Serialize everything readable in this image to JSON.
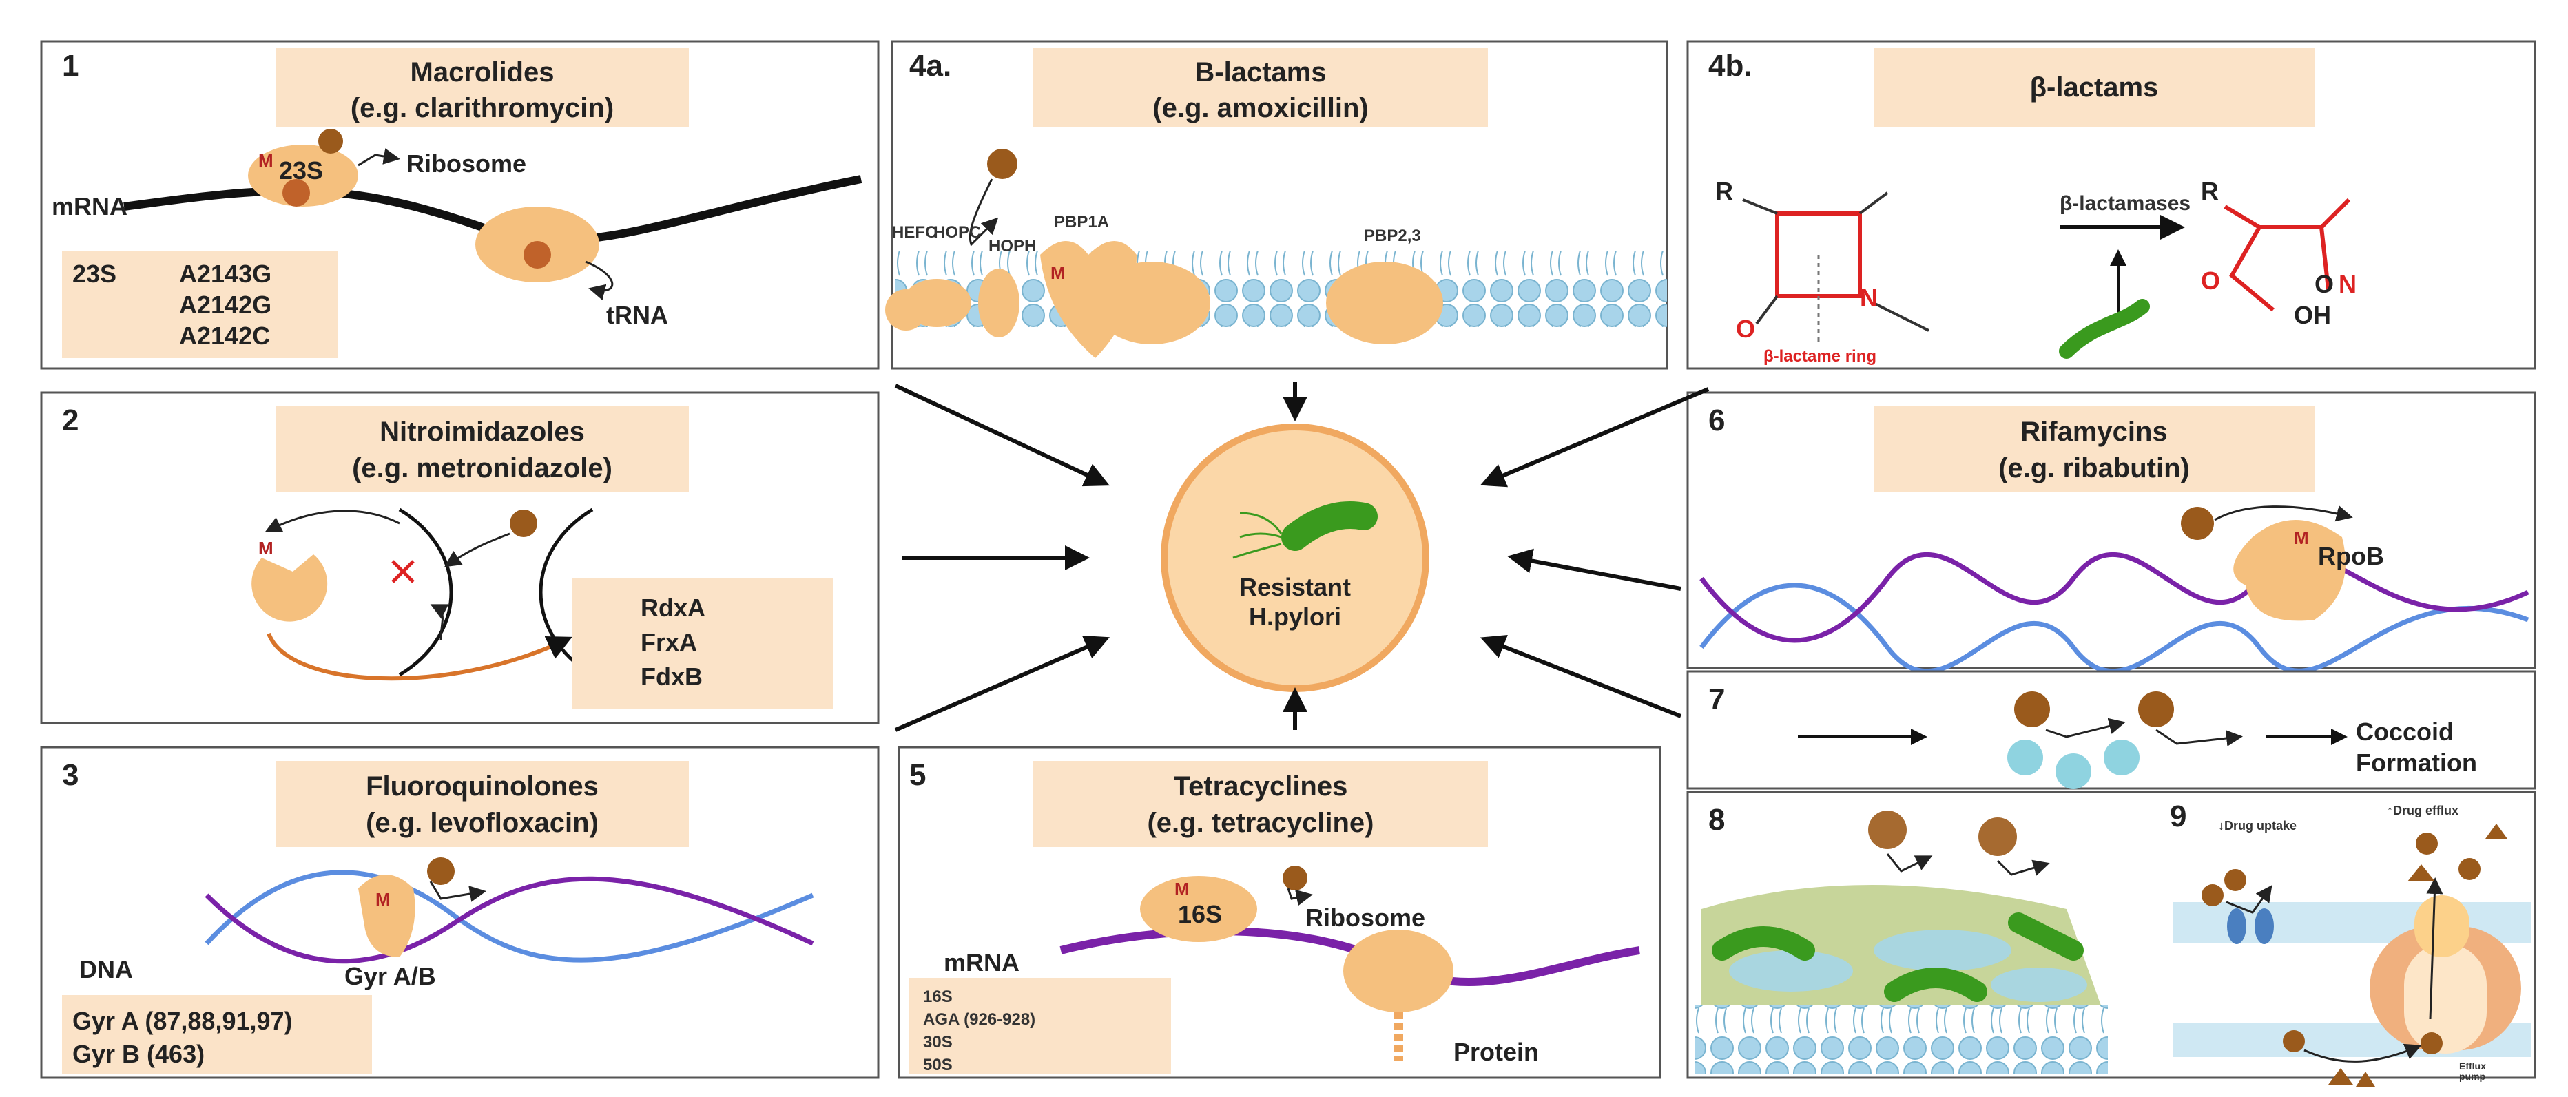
{
  "center": {
    "line1": "Resistant",
    "line2": "H.pylori"
  },
  "panels": {
    "p1": {
      "num": "1",
      "title": "Macrolides",
      "subtitle": "(e.g. clarithromycin)",
      "ribosome_sub": "23S",
      "ribosome": "Ribosome",
      "mrna": "mRNA",
      "trna": "tRNA",
      "mutation_label": "23S",
      "mutations": [
        "A2143G",
        "A2142G",
        "A2142C"
      ],
      "m": "M"
    },
    "p2": {
      "num": "2",
      "title": "Nitroimidazoles",
      "subtitle": "(e.g. metronidazole)",
      "m": "M",
      "genes": [
        "RdxA",
        "FrxA",
        "FdxB"
      ]
    },
    "p3": {
      "num": "3",
      "title": "Fluoroquinolones",
      "subtitle": "(e.g. levofloxacin)",
      "dna": "DNA",
      "enzyme": "Gyr A/B",
      "m": "M",
      "genes": [
        "Gyr A (87,88,91,97)",
        "Gyr B (463)"
      ]
    },
    "p4a": {
      "num": "4a.",
      "title": "B-lactams",
      "subtitle": "(e.g. amoxicillin)",
      "proteins": [
        "HEFC",
        "HOPC",
        "HOPH",
        "PBP1A",
        "PBP2,3"
      ],
      "m": "M"
    },
    "p4b": {
      "num": "4b.",
      "title": "β-lactams",
      "r": "R",
      "o": "O",
      "n": "N",
      "oh": "OH",
      "enzyme": "β-lactamases",
      "ring": "β-lactame ring"
    },
    "p5": {
      "num": "5",
      "title": "Tetracyclines",
      "subtitle": "(e.g. tetracycline)",
      "ribosome_sub": "16S",
      "ribosome": "Ribosome",
      "mrna": "mRNA",
      "protein": "Protein",
      "m": "M",
      "genes": [
        "16S",
        "AGA (926-928)",
        "30S",
        "50S"
      ]
    },
    "p6": {
      "num": "6",
      "title": "Rifamycins",
      "subtitle": "(e.g. ribabutin)",
      "enzyme": "RpoB",
      "m": "M"
    },
    "p7": {
      "num": "7",
      "line1": "Coccoid",
      "line2": "Formation"
    },
    "p8": {
      "num": "8"
    },
    "p9": {
      "num": "9",
      "uptake": "↓Drug uptake",
      "efflux": "↑Drug efflux",
      "pump1": "Efflux",
      "pump2": "pump"
    }
  },
  "colors": {
    "protein": "#f5c07e",
    "drug": "#9a5a1c",
    "title_box": "#fbe3c8",
    "bacterium": "#3a9a1e",
    "dna_blue": "#5b8de0",
    "dna_purple": "#7a22a8",
    "ring_red": "#d22222"
  }
}
